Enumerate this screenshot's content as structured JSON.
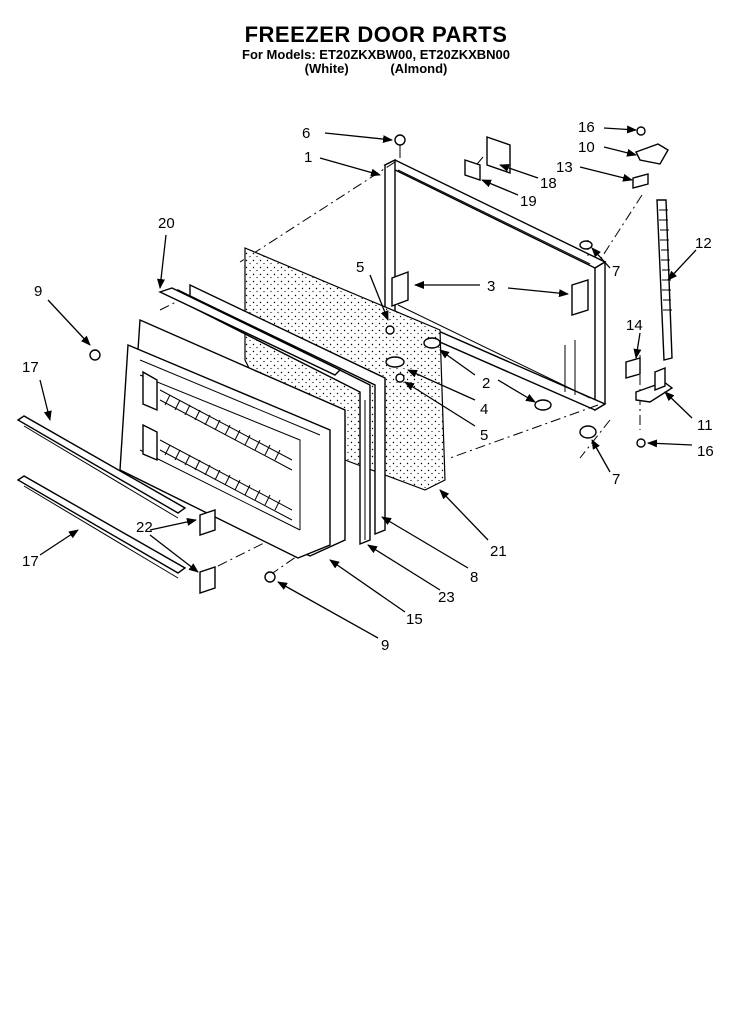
{
  "header": {
    "title": "FREEZER DOOR PARTS",
    "models_line": "For Models: ET20ZKXBW00, ET20ZKXBN00",
    "color_white": "(White)",
    "color_almond": "(Almond)"
  },
  "callouts": {
    "c1": "1",
    "c2": "2",
    "c3": "3",
    "c4": "4",
    "c5a": "5",
    "c5b": "5",
    "c6": "6",
    "c7a": "7",
    "c7b": "7",
    "c8": "8",
    "c9a": "9",
    "c9b": "9",
    "c10": "10",
    "c11": "11",
    "c12": "12",
    "c13": "13",
    "c14": "14",
    "c15": "15",
    "c16a": "16",
    "c16b": "16",
    "c17a": "17",
    "c17b": "17",
    "c18": "18",
    "c19": "19",
    "c20": "20",
    "c21": "21",
    "c22": "22",
    "c23": "23"
  }
}
